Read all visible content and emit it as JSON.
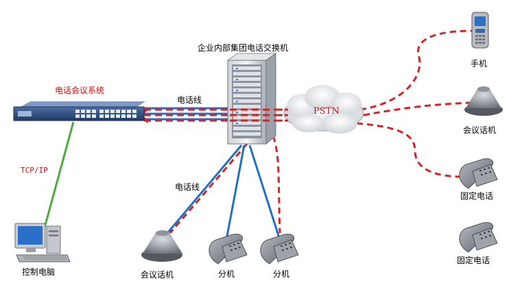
{
  "labels": {
    "pbx": "企业内部集团电话交换机",
    "conference_system": "电话会议系统",
    "phone_line_top": "电话线",
    "phone_line_bottom": "电话线",
    "tcp_ip": "TCP/IP",
    "pstn": "PSTN",
    "control_pc": "控制电脑",
    "conference_phone_bottom": "会议话机",
    "extension_1": "分机",
    "extension_2": "分机",
    "mobile": "手机",
    "conference_phone_right": "会议话机",
    "fixed_phone_1": "固定电话",
    "fixed_phone_2": "固定电话"
  },
  "colors": {
    "red_dash": "#e02020",
    "blue_line": "#1f6fc8",
    "green_line": "#4caa3a",
    "label_red": "#cc1111"
  }
}
